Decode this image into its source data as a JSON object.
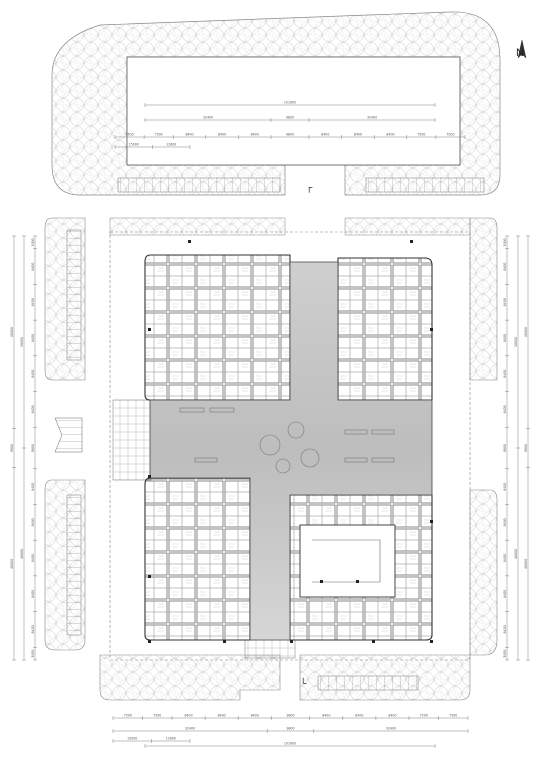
{
  "north_arrow": {
    "label": "N"
  },
  "entrance_marks": {
    "north": "┌",
    "south": "└"
  },
  "tree_zones": [
    "top-parking-tree-band",
    "west-top-tree-band",
    "west-bottom-tree-band",
    "east-top-tree-band",
    "east-bottom-tree-band",
    "bottom-tree-band",
    "court-north-tree-band",
    "court-northeast-tree-band"
  ],
  "dimensions": {
    "top_total": "101600",
    "top_mid": [
      "32400",
      "9800",
      "32400"
    ],
    "top_segments": [
      "7500",
      "7500",
      "8400",
      "8400",
      "8400",
      "9800",
      "8400",
      "8400",
      "8400",
      "7500",
      "7500"
    ],
    "top_sub": [
      "15000",
      "12600"
    ],
    "bottom_segments": [
      "7500",
      "7500",
      "8400",
      "8400",
      "8400",
      "9800",
      "8400",
      "8400",
      "8400",
      "7500",
      "7500"
    ],
    "bottom_mid": [
      "32400",
      "9800",
      "32400"
    ],
    "bottom_sub": [
      "15000",
      "12600"
    ],
    "bottom_total": "101600",
    "left_outer": [
      "48000",
      "9800",
      "48000"
    ],
    "left_mid": [
      "30000",
      "48000"
    ],
    "left_segments": [
      "3000",
      "8400",
      "8400",
      "8400",
      "8400",
      "8400",
      "9800",
      "8400",
      "8400",
      "8400",
      "8400",
      "8400",
      "3000"
    ],
    "right_outer": [
      "48000",
      "9800",
      "48000"
    ],
    "right_mid": [
      "30000",
      "48000"
    ],
    "right_segments": [
      "3000",
      "8400",
      "8400",
      "8400",
      "8400",
      "8400",
      "9800",
      "8400",
      "8400",
      "8400",
      "8400",
      "8400",
      "3000"
    ]
  },
  "colors": {
    "atrium": "#c9c9c9",
    "line": "#444444",
    "thin": "#9a9a9a",
    "tree": "#bdbdbd"
  }
}
